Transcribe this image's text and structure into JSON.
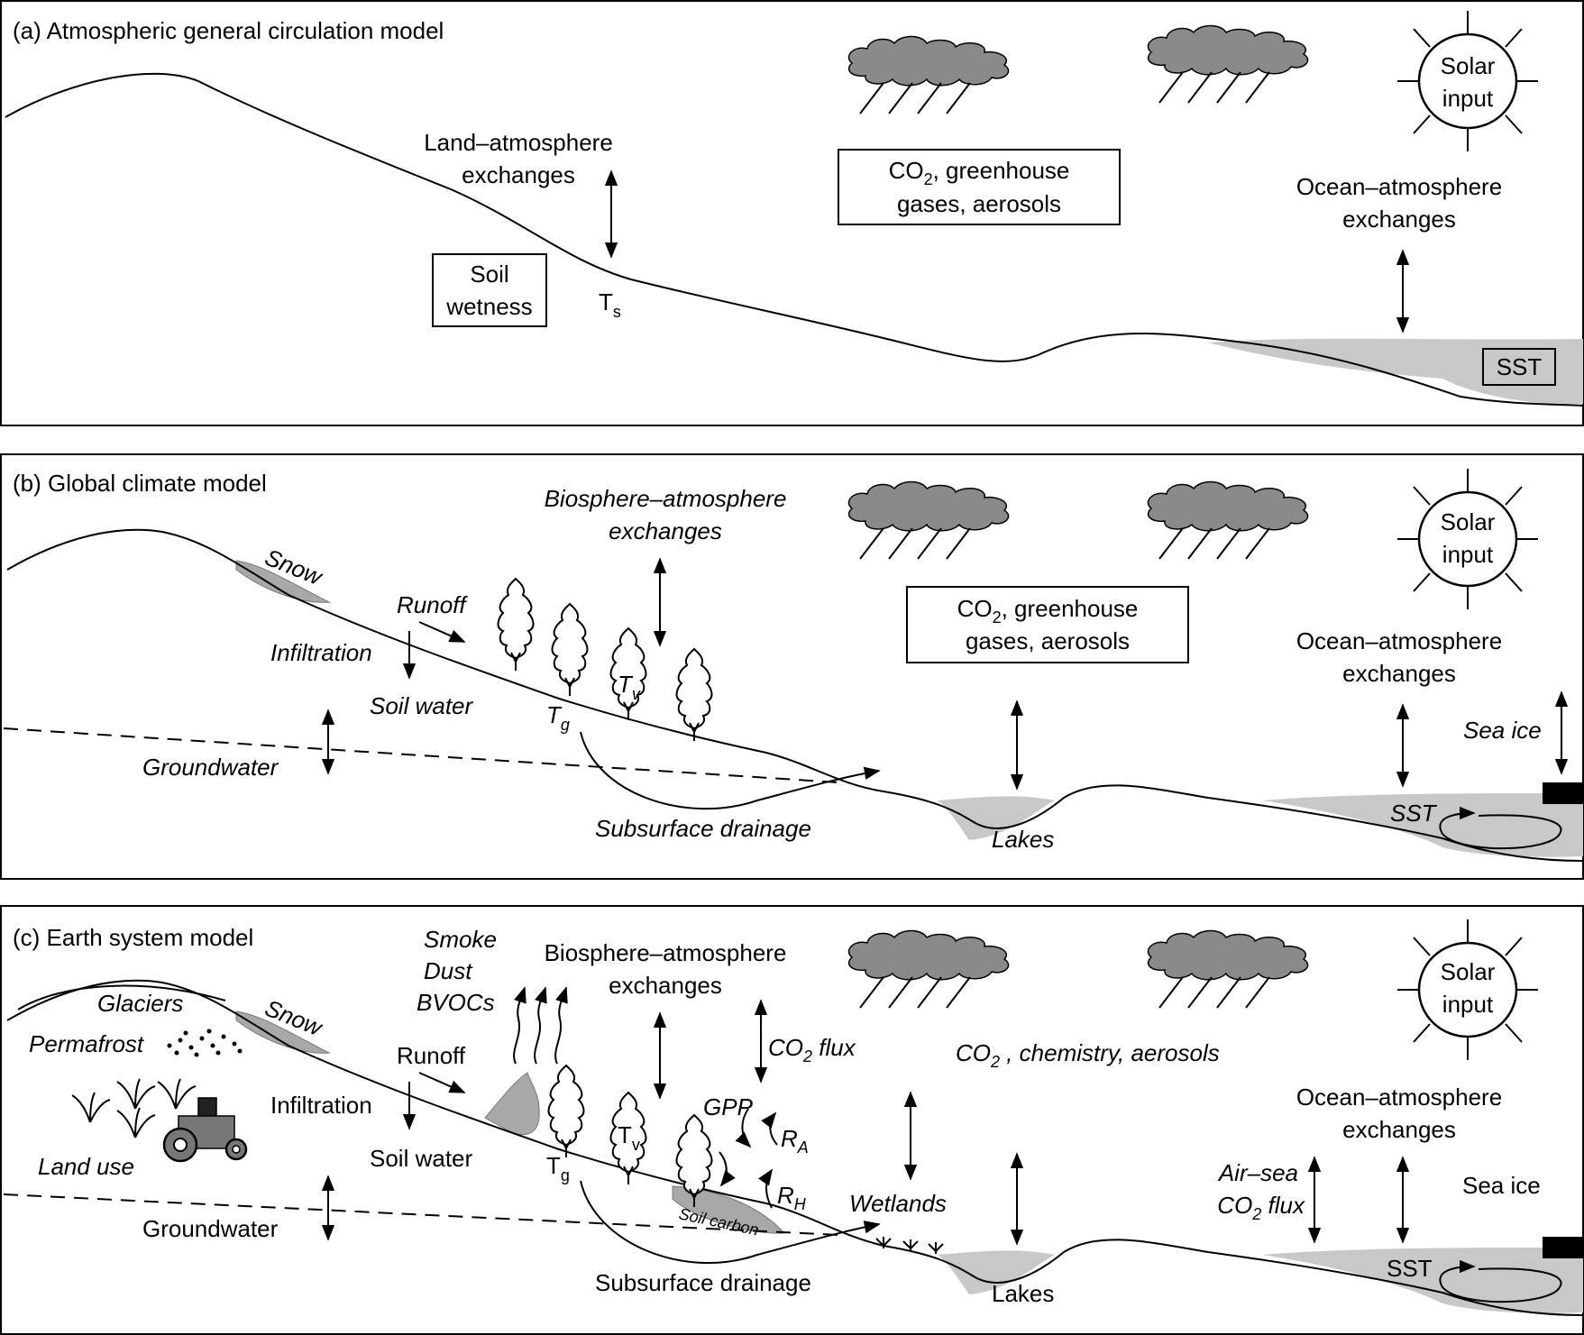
{
  "panel_a": {
    "title": "(a) Atmospheric general circulation model",
    "land_atmosphere": [
      "Land–atmosphere",
      "exchanges"
    ],
    "soil_box": [
      "Soil",
      "wetness"
    ],
    "ts_main": "T",
    "ts_sub": "s",
    "co2_box_pre": "CO",
    "co2_box_sub": "2",
    "co2_box_line1_rest": ", greenhouse",
    "co2_box_line2": "gases, aerosols",
    "ocean_atmosphere": [
      "Ocean–atmosphere",
      "exchanges"
    ],
    "solar": [
      "Solar",
      "input"
    ],
    "sst": "SST"
  },
  "panel_b": {
    "title": "(b) Global climate model",
    "biosphere": [
      "Biosphere–atmosphere",
      "exchanges"
    ],
    "snow": "Snow",
    "runoff": "Runoff",
    "infiltration": "Infiltration",
    "soil_water": "Soil water",
    "groundwater": "Groundwater",
    "tg_main": "T",
    "tg_sub": "g",
    "tv_main": "T",
    "tv_sub": "v",
    "subsurface": "Subsurface drainage",
    "lakes": "Lakes",
    "co2_box_pre": "CO",
    "co2_box_sub": "2",
    "co2_box_line1_rest": ", greenhouse",
    "co2_box_line2": "gases, aerosols",
    "ocean_atmosphere": [
      "Ocean–atmosphere",
      "exchanges"
    ],
    "sea_ice": "Sea ice",
    "sst": "SST",
    "solar": [
      "Solar",
      "input"
    ]
  },
  "panel_c": {
    "title": "(c) Earth system model",
    "smoke": [
      "Smoke",
      "Dust",
      "BVOCs"
    ],
    "biosphere": [
      "Biosphere–atmosphere",
      "exchanges"
    ],
    "glaciers": "Glaciers",
    "permafrost": "Permafrost",
    "snow": "Snow",
    "runoff": "Runoff",
    "infiltration": "Infiltration",
    "soil_water": "Soil water",
    "groundwater": "Groundwater",
    "land_use": "Land use",
    "tg_main": "T",
    "tg_sub": "g",
    "tv_main": "T",
    "tv_sub": "v",
    "co2_flux_pre": "CO",
    "co2_flux_sub": "2",
    "co2_flux_rest": " flux",
    "gpp": "GPP",
    "ra_main": "R",
    "ra_sub": "A",
    "rh_main": "R",
    "rh_sub": "H",
    "soil_carbon": "Soil carbon",
    "wetlands": "Wetlands",
    "subsurface": "Subsurface drainage",
    "lakes": "Lakes",
    "chem_pre": "CO",
    "chem_sub": "2",
    "chem_rest": " , chemistry, aerosols",
    "air_sea_line1": "Air–sea",
    "air_sea_pre": "CO",
    "air_sea_sub": "2",
    "air_sea_rest": " flux",
    "ocean_atmosphere": [
      "Ocean–atmosphere",
      "exchanges"
    ],
    "sea_ice": "Sea ice",
    "sst": "SST",
    "solar": [
      "Solar",
      "input"
    ]
  },
  "colors": {
    "water_fill": "#c8c8c8",
    "cloud_fill": "#8a8a8a",
    "snow_fill": "#a8a8a8",
    "line": "#000000",
    "background": "#ffffff"
  }
}
